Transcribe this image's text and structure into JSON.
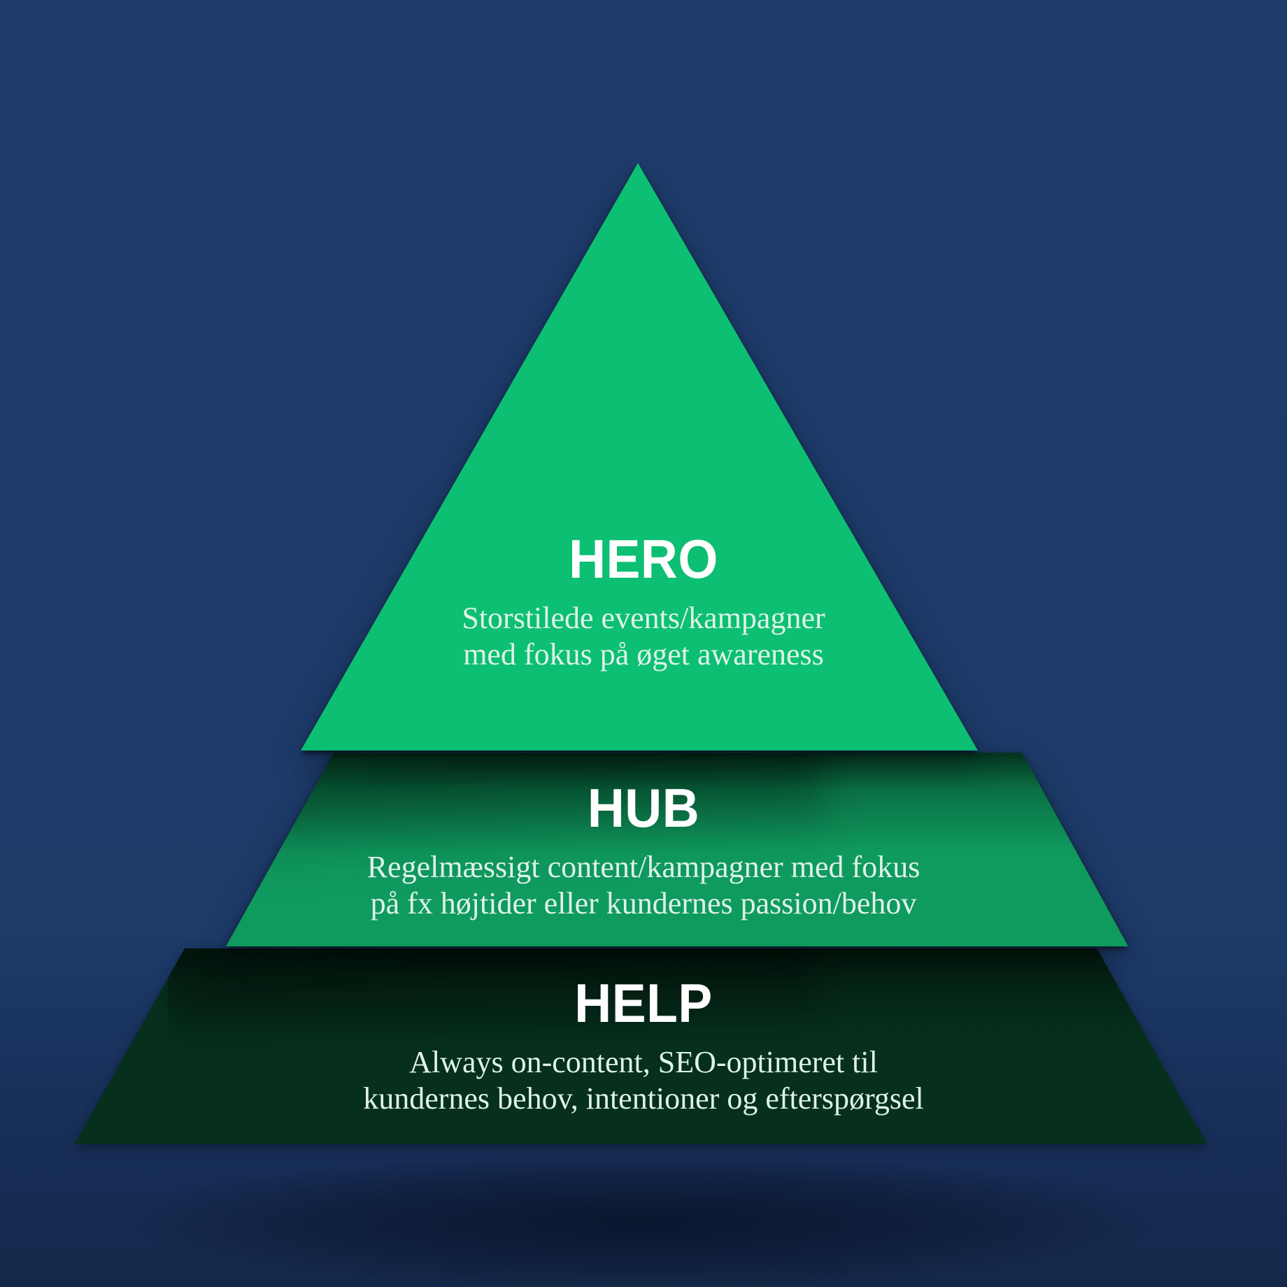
{
  "background_color": "#1d3a69",
  "pyramid": {
    "type": "hero-hub-help content pyramid",
    "tiers": [
      {
        "id": "hero",
        "label": "HERO",
        "description_line1": "Storstilede events/kampagner",
        "description_line2": "med fokus på øget awareness",
        "color": "#0cbf73"
      },
      {
        "id": "hub",
        "label": "HUB",
        "description_line1": "Regelmæssigt content/kampagner med fokus",
        "description_line2": "på fx højtider eller kundernes passion/behov",
        "color": "#0f9a5e"
      },
      {
        "id": "help",
        "label": "HELP",
        "description_line1": "Always on-content, SEO-optimeret til",
        "description_line2": "kundernes behov, intentioner og efterspørgsel",
        "color": "#06301d"
      }
    ],
    "text_colors": {
      "title": "#ffffff",
      "description": "#def2e8"
    }
  }
}
